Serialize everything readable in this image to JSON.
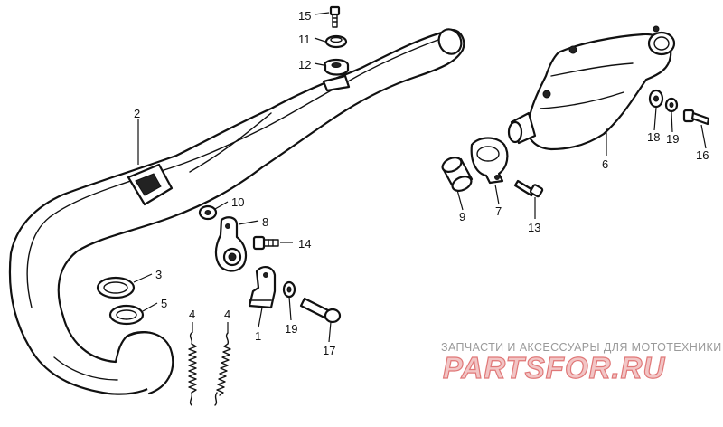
{
  "callouts": [
    {
      "id": "15",
      "label": "15"
    },
    {
      "id": "11",
      "label": "11"
    },
    {
      "id": "12",
      "label": "12"
    },
    {
      "id": "2",
      "label": "2"
    },
    {
      "id": "10",
      "label": "10"
    },
    {
      "id": "8",
      "label": "8"
    },
    {
      "id": "14",
      "label": "14"
    },
    {
      "id": "3",
      "label": "3"
    },
    {
      "id": "5",
      "label": "5"
    },
    {
      "id": "4a",
      "label": "4"
    },
    {
      "id": "4b",
      "label": "4"
    },
    {
      "id": "1",
      "label": "1"
    },
    {
      "id": "19a",
      "label": "19"
    },
    {
      "id": "17",
      "label": "17"
    },
    {
      "id": "9",
      "label": "9"
    },
    {
      "id": "7",
      "label": "7"
    },
    {
      "id": "13",
      "label": "13"
    },
    {
      "id": "6",
      "label": "6"
    },
    {
      "id": "18",
      "label": "18"
    },
    {
      "id": "19b",
      "label": "19"
    },
    {
      "id": "16",
      "label": "16"
    }
  ],
  "watermark": {
    "caption": "ЗАПЧАСТИ И АКСЕССУАРЫ ДЛЯ МОТОТЕХНИКИ",
    "brand": "PARTSFOR.RU"
  }
}
